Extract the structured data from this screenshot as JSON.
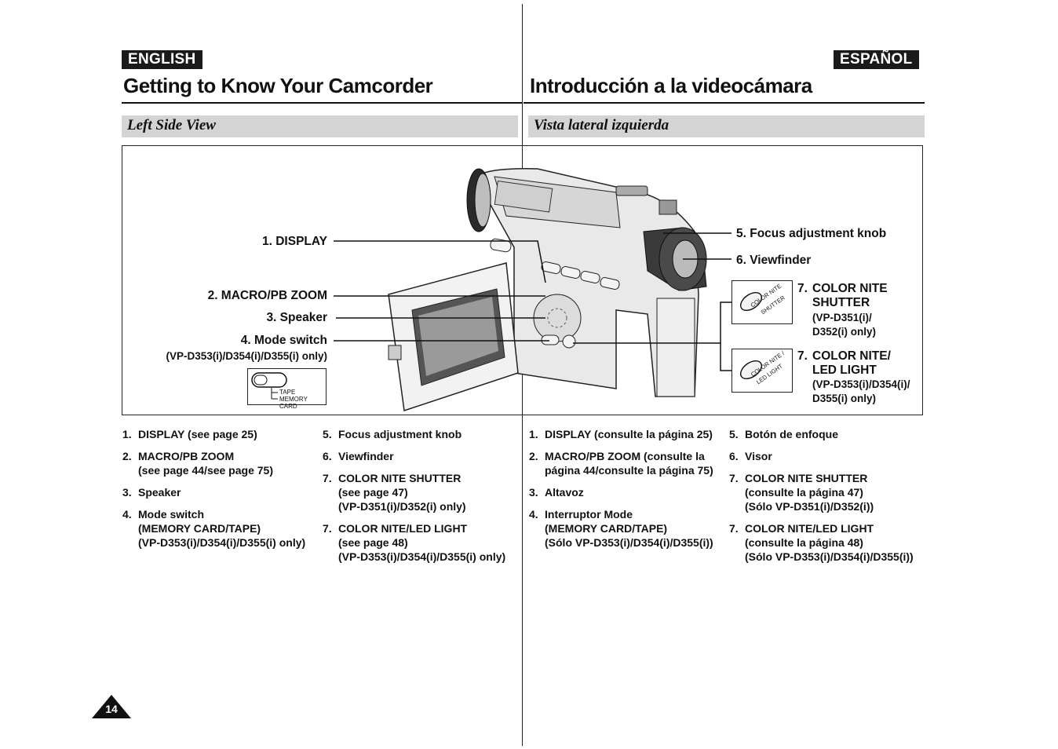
{
  "left": {
    "lang_label": "ENGLISH",
    "title": "Getting to Know Your Camcorder",
    "section": "Left Side View",
    "callouts": {
      "display": "1. DISPLAY",
      "macro": "2. MACRO/PB ZOOM",
      "speaker": "3. Speaker",
      "mode": "4. Mode switch",
      "mode_models": "(VP-D353(i)/D354(i)/D355(i) only)",
      "focus": "5. Focus adjustment knob",
      "viewfinder": "6. Viewfinder",
      "cn_shutter_num": "7.",
      "cn_shutter_line1": "COLOR NITE",
      "cn_shutter_line2": "SHUTTER",
      "cn_shutter_models1": "(VP-D351(i)/",
      "cn_shutter_models2": "D352(i) only)",
      "cn_led_num": "7.",
      "cn_led_line1": "COLOR NITE/",
      "cn_led_line2": "LED LIGHT",
      "cn_led_models1": "(VP-D353(i)/D354(i)/",
      "cn_led_models2": "D355(i) only)"
    },
    "switch_labels": {
      "tape": "TAPE",
      "memory": "MEMORY CARD"
    },
    "inset_labels": {
      "shutter_line1": "COLOR NITE",
      "shutter_line2": "SHUTTER",
      "led_line1": "COLOR NITE /",
      "led_line2": "LED LIGHT"
    },
    "list_col1": [
      {
        "num": "1.",
        "lines": [
          "DISPLAY (see page 25)"
        ]
      },
      {
        "num": "2.",
        "lines": [
          "MACRO/PB ZOOM",
          "(see page 44/see page 75)"
        ]
      },
      {
        "num": "3.",
        "lines": [
          "Speaker"
        ]
      },
      {
        "num": "4.",
        "lines": [
          "Mode switch",
          "(MEMORY CARD/TAPE)",
          "(VP-D353(i)/D354(i)/D355(i) only)"
        ]
      }
    ],
    "list_col2": [
      {
        "num": "5.",
        "lines": [
          "Focus adjustment knob"
        ]
      },
      {
        "num": "6.",
        "lines": [
          "Viewfinder"
        ]
      },
      {
        "num": "7.",
        "lines": [
          "COLOR NITE SHUTTER",
          "(see page 47)",
          "(VP-D351(i)/D352(i) only)"
        ]
      },
      {
        "num": "7.",
        "lines": [
          "COLOR NITE/LED LIGHT",
          "(see page 48)",
          "(VP-D353(i)/D354(i)/D355(i) only)"
        ]
      }
    ]
  },
  "right": {
    "lang_label": "ESPAÑOL",
    "title": "Introducción a la videocámara",
    "section": "Vista lateral izquierda",
    "list_col1": [
      {
        "num": "1.",
        "lines": [
          "DISPLAY (consulte la página 25)"
        ]
      },
      {
        "num": "2.",
        "lines": [
          "MACRO/PB ZOOM (consulte la",
          "página 44/consulte la página 75)"
        ]
      },
      {
        "num": "3.",
        "lines": [
          "Altavoz"
        ]
      },
      {
        "num": "4.",
        "lines": [
          "Interruptor Mode",
          "(MEMORY CARD/TAPE)",
          "(Sólo VP-D353(i)/D354(i)/D355(i))"
        ]
      }
    ],
    "list_col2": [
      {
        "num": "5.",
        "lines": [
          "Botón de enfoque"
        ]
      },
      {
        "num": "6.",
        "lines": [
          "Visor"
        ]
      },
      {
        "num": "7.",
        "lines": [
          "COLOR NITE SHUTTER",
          "(consulte la página 47)",
          "(Sólo VP-D351(i)/D352(i))"
        ]
      },
      {
        "num": "7.",
        "lines": [
          "COLOR NITE/LED LIGHT",
          "(consulte la página 48)",
          "(Sólo VP-D353(i)/D354(i)/D355(i))"
        ]
      }
    ]
  },
  "page_number": "14"
}
